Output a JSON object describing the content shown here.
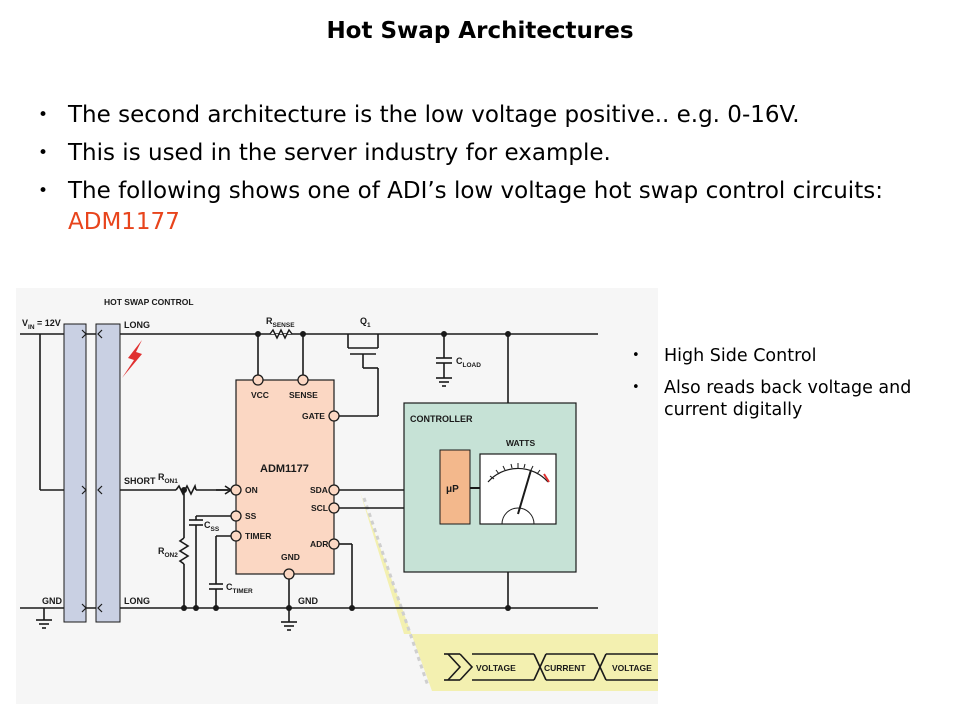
{
  "slide": {
    "title": "Hot Swap Architectures",
    "bullets": [
      "The second architecture is the low voltage positive.. e.g. 0-16V.",
      "This is used in the server industry for example.",
      "The following shows one of ADI’s low voltage hot swap control circuits: "
    ],
    "link_text": "ADM1177",
    "side_bullets": [
      "High Side Control",
      "Also reads back voltage and current digitally"
    ]
  },
  "diagram": {
    "hot_swap_control": "HOT SWAP CONTROL",
    "vin": "V",
    "vin_sub": "IN",
    "vin_val": " = 12V",
    "long_top": "LONG",
    "short": "SHORT",
    "long_bottom": "LONG",
    "gnd_left": "GND",
    "gnd_mid": "GND",
    "rsense": "R",
    "rsense_sub": "SENSE",
    "q1": "Q",
    "q1_sub": "1",
    "cload": "C",
    "cload_sub": "LOAD",
    "ron1": "R",
    "ron1_sub": "ON1",
    "ron2": "R",
    "ron2_sub": "ON2",
    "css": "C",
    "css_sub": "SS",
    "ctimer": "C",
    "ctimer_sub": "TIMER",
    "chip_name": "ADM1177",
    "pin_vcc": "VCC",
    "pin_sense": "SENSE",
    "pin_gate": "GATE",
    "pin_on": "ON",
    "pin_ss": "SS",
    "pin_timer": "TIMER",
    "pin_gnd": "GND",
    "pin_sda": "SDA",
    "pin_scl": "SCL",
    "pin_adr": "ADR",
    "controller": "CONTROLLER",
    "watts": "WATTS",
    "up": "μP",
    "bus": [
      "VOLTAGE",
      "CURRENT",
      "VOLTAGE"
    ],
    "colors": {
      "connector": "#c9d0e3",
      "chip": "#fbd7c3",
      "controller": "#c6e2d6",
      "up_block": "#f3b88c",
      "zoom": "#f3f0b0",
      "diagram_bg": "#f6f6f6",
      "spark": "#e03030",
      "accent": "#e8441c"
    }
  }
}
